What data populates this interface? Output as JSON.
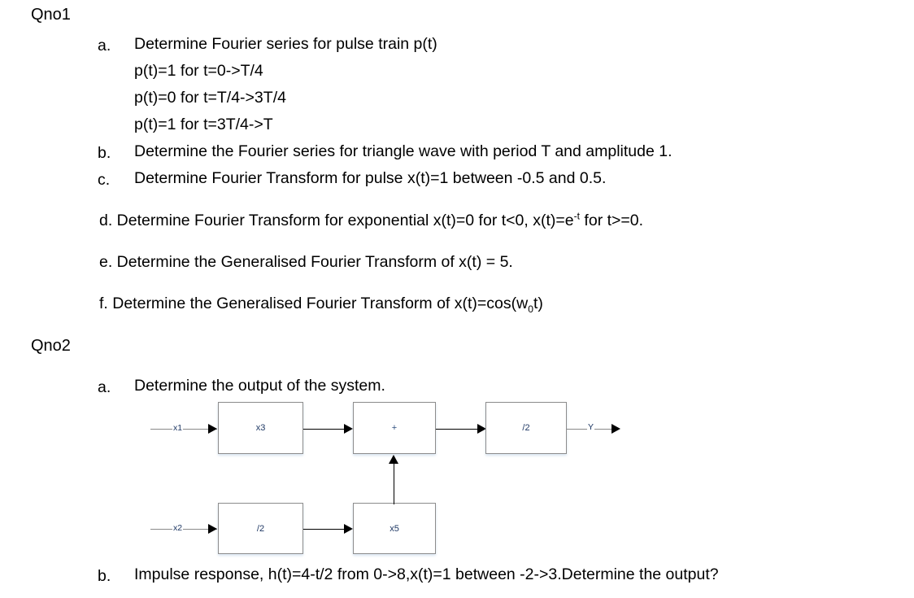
{
  "document": {
    "clipped_top_line": {
      "visible_fragment": "",
      "has_spellcheck_squiggle": true,
      "squiggle_color": "#e02020"
    },
    "sections": [
      {
        "heading": "Qno1",
        "items": [
          {
            "marker": "a.",
            "lines": [
              "Determine Fourier series for pulse train p(t)",
              "p(t)=1 for t=0->T/4",
              "p(t)=0 for t=T/4->3T/4",
              "p(t)=1 for t=3T/4->T"
            ]
          },
          {
            "marker": "b.",
            "lines": [
              "Determine the Fourier series for triangle wave with period T and amplitude 1."
            ]
          },
          {
            "marker": "c.",
            "lines": [
              "Determine Fourier Transform for pulse x(t)=1 between -0.5 and 0.5."
            ]
          }
        ],
        "paragraphs": [
          {
            "id": "d",
            "prefix": "d. Determine Fourier Transform for exponential x(t)=0 for t<0, x(t)=e",
            "superscript": "-t",
            "suffix": " for t>=0."
          },
          {
            "id": "e",
            "prefix": "e. Determine the Generalised Fourier Transform of x(t) = 5.",
            "superscript": "",
            "suffix": ""
          },
          {
            "id": "f",
            "prefix": "f. Determine the Generalised Fourier Transform of x(t)=cos(w",
            "subscript": "0",
            "suffix": "t)"
          }
        ]
      },
      {
        "heading": "Qno2",
        "items": [
          {
            "marker": "a.",
            "lines": [
              "Determine the output of the system."
            ]
          },
          {
            "marker": "b.",
            "lines": [
              "Impulse response, h(t)=4-t/2 from 0->8,x(t)=1 between -2->3.Determine the output?"
            ]
          }
        ]
      }
    ]
  },
  "block_diagram": {
    "label_color": "#1f3864",
    "block_border_color": "#8c8c8c",
    "line_color": "#000000",
    "blocks": [
      {
        "id": "gain-x3",
        "label": "x3"
      },
      {
        "id": "summer",
        "label": "+"
      },
      {
        "id": "div-2-out",
        "label": "/2"
      },
      {
        "id": "div-2-low",
        "label": "/2"
      },
      {
        "id": "gain-x5",
        "label": "x5"
      }
    ],
    "signals": [
      {
        "id": "input-1",
        "label": "x1"
      },
      {
        "id": "input-2",
        "label": "x2"
      },
      {
        "id": "output",
        "label": "Y"
      }
    ]
  }
}
